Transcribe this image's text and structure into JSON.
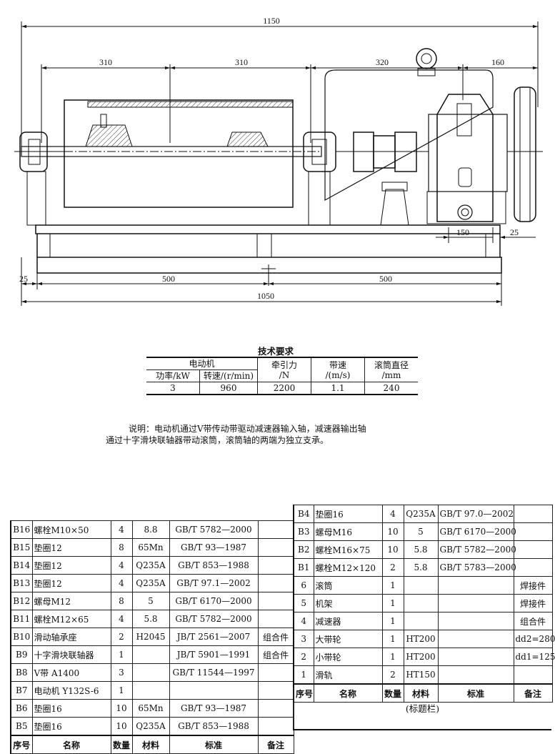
{
  "drawing": {
    "dims": {
      "overall_top": "1150",
      "left_span_1": "310",
      "left_span_2": "310",
      "gear_span": "320",
      "pulley_span": "160",
      "base_offset_left": "25",
      "base_span_1": "500",
      "base_span_2": "500",
      "overall_bottom": "1050",
      "small_right_1": "150",
      "small_right_2": "25"
    }
  },
  "spec": {
    "title": "技术要求",
    "motor_header": "电动机",
    "power_header": "功率/kW",
    "speed_header": "转速/(r/min)",
    "traction_header_1": "牵引力",
    "traction_header_2": "/N",
    "belt_speed_header_1": "带速",
    "belt_speed_header_2": "/(m/s)",
    "drum_header_1": "滚筒直径",
    "drum_header_2": "/mm",
    "values": {
      "power": "3",
      "speed": "960",
      "traction": "2200",
      "belt_speed": "1.1",
      "drum": "240"
    }
  },
  "note": {
    "line1": "说明：电动机通过V带传动带驱动减速器输入轴，减速器输出轴",
    "line2": "通过十字滑块联轴器带动滚筒，滚筒轴的两端为独立支承。"
  },
  "bom_left": {
    "rows": [
      [
        "B16",
        "螺栓M10×50",
        "4",
        "8.8",
        "GB/T 5782—2000",
        ""
      ],
      [
        "B15",
        "垫圈12",
        "8",
        "65Mn",
        "GB/T 93—1987",
        ""
      ],
      [
        "B14",
        "垫圈12",
        "4",
        "Q235A",
        "GB/T 853—1988",
        ""
      ],
      [
        "B13",
        "垫圈12",
        "4",
        "Q235A",
        "GB/T 97.1—2002",
        ""
      ],
      [
        "B12",
        "螺母M12",
        "8",
        "5",
        "GB/T 6170—2000",
        ""
      ],
      [
        "B11",
        "螺栓M12×65",
        "4",
        "5.8",
        "GB/T 5782—2000",
        ""
      ],
      [
        "B10",
        "滑动轴承座",
        "2",
        "H2045",
        "JB/T 2561—2007",
        "组合件"
      ],
      [
        "B9",
        "十字滑块联轴器",
        "1",
        "",
        "JB/T 5901—1991",
        "组合件"
      ],
      [
        "B8",
        "V带 A1400",
        "3",
        "",
        "GB/T 11544—1997",
        ""
      ],
      [
        "B7",
        "电动机 Y132S-6",
        "1",
        "",
        "",
        ""
      ],
      [
        "B6",
        "垫圈16",
        "10",
        "65Mn",
        "GB/T 93—1987",
        ""
      ],
      [
        "B5",
        "垫圈16",
        "10",
        "Q235A",
        "GB/T 853—1988",
        ""
      ]
    ],
    "header": [
      "序号",
      "名称",
      "数量",
      "材料",
      "标准",
      "备注"
    ]
  },
  "bom_right": {
    "rows": [
      [
        "B4",
        "垫圈16",
        "4",
        "Q235A",
        "GB/T 97.0—2002",
        ""
      ],
      [
        "B3",
        "螺母M16",
        "10",
        "5",
        "GB/T 6170—2000",
        ""
      ],
      [
        "B2",
        "螺栓M16×75",
        "10",
        "5.8",
        "GB/T 5782—2000",
        ""
      ],
      [
        "B1",
        "螺栓M12×120",
        "2",
        "5.8",
        "GB/T 5783—2000",
        ""
      ],
      [
        "6",
        "滚筒",
        "1",
        "",
        "",
        "焊接件"
      ],
      [
        "5",
        "机架",
        "1",
        "",
        "",
        "焊接件"
      ],
      [
        "4",
        "减速器",
        "1",
        "",
        "",
        "组合件"
      ],
      [
        "3",
        "大带轮",
        "1",
        "HT200",
        "",
        "dd2=280"
      ],
      [
        "2",
        "小带轮",
        "1",
        "HT200",
        "",
        "dd1=125"
      ],
      [
        "1",
        "滑轨",
        "2",
        "HT150",
        "",
        ""
      ]
    ],
    "header": [
      "序号",
      "名称",
      "数量",
      "材料",
      "标准",
      "备注"
    ]
  },
  "title_block": {
    "label": "(标题栏)"
  }
}
